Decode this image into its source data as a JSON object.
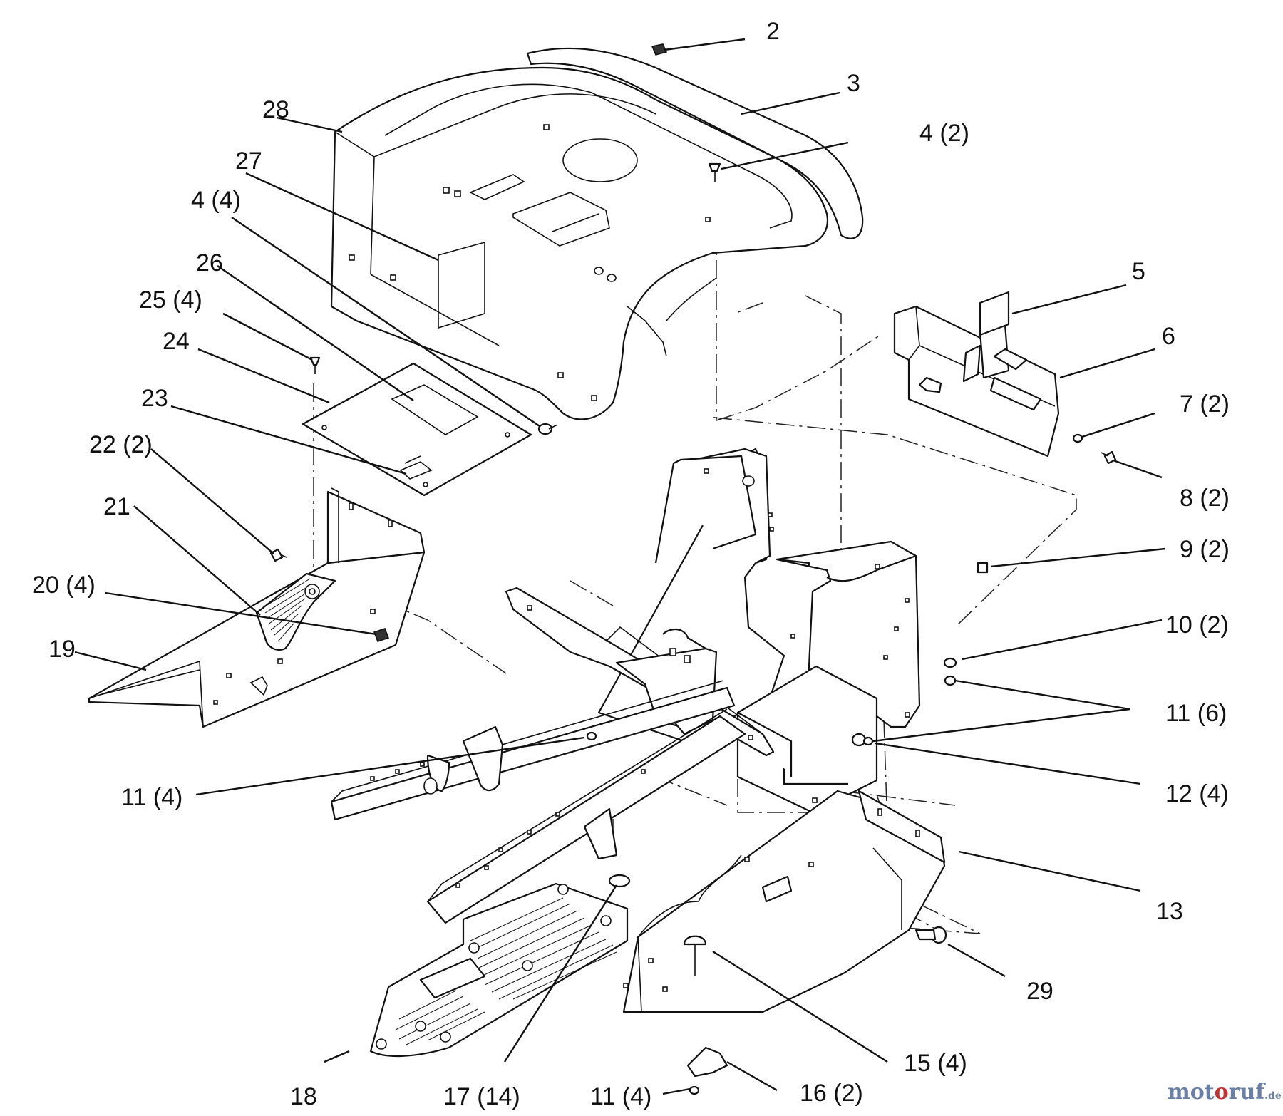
{
  "diagram": {
    "callouts": [
      {
        "id": "c2",
        "text": "2"
      },
      {
        "id": "c3",
        "text": "3"
      },
      {
        "id": "c4a",
        "text": "4 (2)"
      },
      {
        "id": "c28",
        "text": "28"
      },
      {
        "id": "c27",
        "text": "27"
      },
      {
        "id": "c4b",
        "text": "4 (4)"
      },
      {
        "id": "c26",
        "text": "26"
      },
      {
        "id": "c25",
        "text": "25 (4)"
      },
      {
        "id": "c24",
        "text": "24"
      },
      {
        "id": "c23",
        "text": "23"
      },
      {
        "id": "c22",
        "text": "22 (2)"
      },
      {
        "id": "c21",
        "text": "21"
      },
      {
        "id": "c20",
        "text": "20 (4)"
      },
      {
        "id": "c19",
        "text": "19"
      },
      {
        "id": "c5",
        "text": "5"
      },
      {
        "id": "c6",
        "text": "6"
      },
      {
        "id": "c7",
        "text": "7 (2)"
      },
      {
        "id": "c8",
        "text": "8 (2)"
      },
      {
        "id": "c9",
        "text": "9 (2)"
      },
      {
        "id": "c10",
        "text": "10 (2)"
      },
      {
        "id": "c11a",
        "text": "11 (6)"
      },
      {
        "id": "c12",
        "text": "12 (4)"
      },
      {
        "id": "c11b",
        "text": "11 (4)"
      },
      {
        "id": "c13",
        "text": "13"
      },
      {
        "id": "c29",
        "text": "29"
      },
      {
        "id": "c15",
        "text": "15 (4)"
      },
      {
        "id": "c18",
        "text": "18"
      },
      {
        "id": "c17",
        "text": "17 (14)"
      },
      {
        "id": "c11c",
        "text": "11 (4)"
      },
      {
        "id": "c16",
        "text": "16 (2)"
      }
    ]
  },
  "watermark": {
    "part_a": "mot",
    "part_b": "o",
    "part_c": "ruf",
    "part_d": ".de"
  }
}
